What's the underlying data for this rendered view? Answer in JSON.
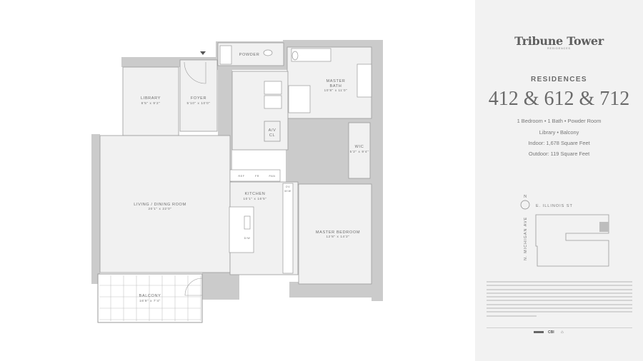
{
  "plan": {
    "rooms": {
      "library": {
        "name": "LIBRARY",
        "size": "8'5\" x 9'2\""
      },
      "foyer": {
        "name": "FOYER",
        "size": "5'10\" x 10'0\""
      },
      "powder": {
        "name": "POWDER"
      },
      "master_bath": {
        "name_line1": "MASTER",
        "name_line2": "BATH",
        "size": "10'8\" x 11'0\""
      },
      "av_closet": {
        "line1": "A/V",
        "line2": "CL"
      },
      "wic": {
        "name": "WIC",
        "size": "5'2\" x 9'4\""
      },
      "living": {
        "name": "LIVING / DINING ROOM",
        "size": "20'1\" x 22'0\""
      },
      "kitchen": {
        "name": "KITCHEN",
        "size": "10'1\" x 16'5\""
      },
      "master_bedroom": {
        "name": "MASTER BEDROOM",
        "size": "12'8\" x 14'2\""
      },
      "balcony": {
        "name": "BALCONY",
        "size": "16'9\" x 7'4\""
      }
    },
    "appliances": {
      "ref": "REF",
      "fr": "FR",
      "pan": "PAN",
      "ov": "OV",
      "mw": "M/W",
      "dw": "D/W"
    }
  },
  "panel": {
    "logo": "Tribune Tower",
    "logo_sub": "RESIDENCES",
    "title": "RESIDENCES",
    "units": "412 & 612 & 712",
    "features_line1": "1 Bedroom • 1 Bath • Powder Room",
    "features_line2": "Library • Balcony",
    "indoor": "Indoor: 1,678 Square Feet",
    "outdoor": "Outdoor: 119 Square Feet",
    "keymap": {
      "north": "N",
      "street_top": "E. ILLINOIS ST",
      "street_side": "N. MICHIGAN AVE"
    },
    "brands": [
      "CBI"
    ]
  }
}
